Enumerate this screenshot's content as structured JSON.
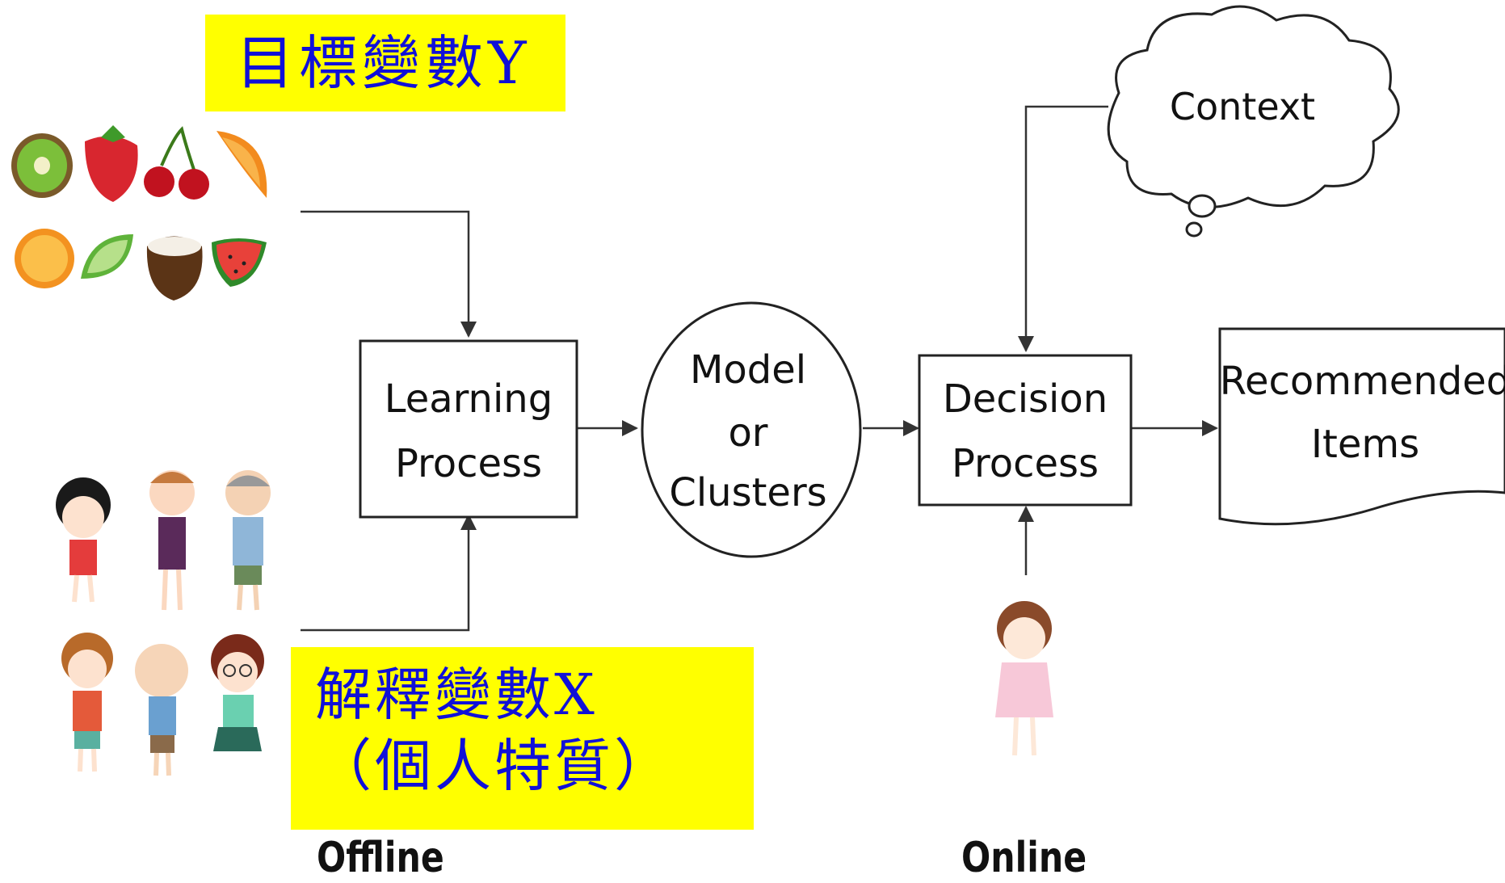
{
  "labels": {
    "target_variable": "目標變數Y",
    "explanatory_variable_line1": "解釋變數X",
    "explanatory_variable_line2": "（個人特質）",
    "offline": "Offline",
    "online": "Online"
  },
  "nodes": {
    "learning_process": [
      "Learning",
      "Process"
    ],
    "model": [
      "Model",
      "or",
      "Clusters"
    ],
    "decision_process": [
      "Decision",
      "Process"
    ],
    "recommended_items": [
      "Recommended",
      "Items"
    ],
    "context": "Context"
  },
  "icons": {
    "fruits": [
      "kiwi-icon",
      "strawberry-icon",
      "cherry-icon",
      "orange-slice-icon",
      "orange-icon",
      "lime-icon",
      "coconut-icon",
      "watermelon-icon"
    ],
    "people": [
      "girl-icon",
      "boy-icon",
      "grandpa-icon",
      "kid-icon",
      "bald-kid-icon",
      "glasses-girl-icon"
    ],
    "online_user": "online-user-icon"
  },
  "colors": {
    "highlight": "#ffff00",
    "highlight_text": "#1010d8",
    "line": "#333333"
  }
}
